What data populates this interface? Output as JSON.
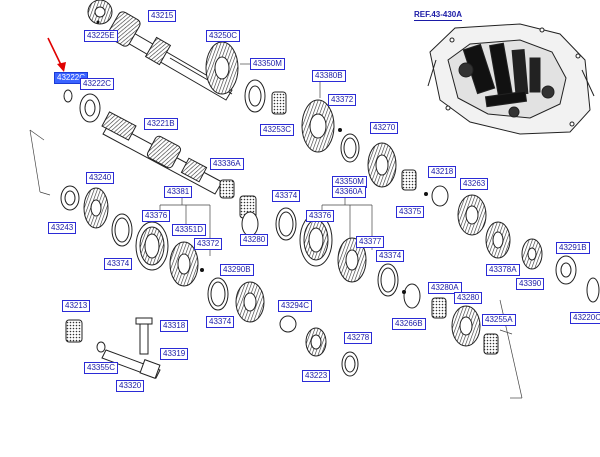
{
  "diagram": {
    "reference": "REF.43-430A",
    "selected_part": "43222C",
    "parts": [
      "43225E",
      "43215",
      "43250C",
      "43350M",
      "43380B",
      "43372",
      "43270",
      "43218",
      "43263",
      "43222C",
      "43221B",
      "43253C",
      "43336A",
      "43374",
      "43381",
      "43376",
      "43240",
      "43243",
      "43375",
      "43350M",
      "43360A",
      "43377",
      "43374",
      "43378A",
      "43280",
      "43376",
      "43351D",
      "43372",
      "43374",
      "43290B",
      "43374",
      "43266B",
      "43280A",
      "43280",
      "43255A",
      "43220C",
      "43213",
      "43318",
      "43319",
      "43355C",
      "43320",
      "43294C",
      "43223",
      "43278",
      "43390",
      "43291B"
    ]
  }
}
